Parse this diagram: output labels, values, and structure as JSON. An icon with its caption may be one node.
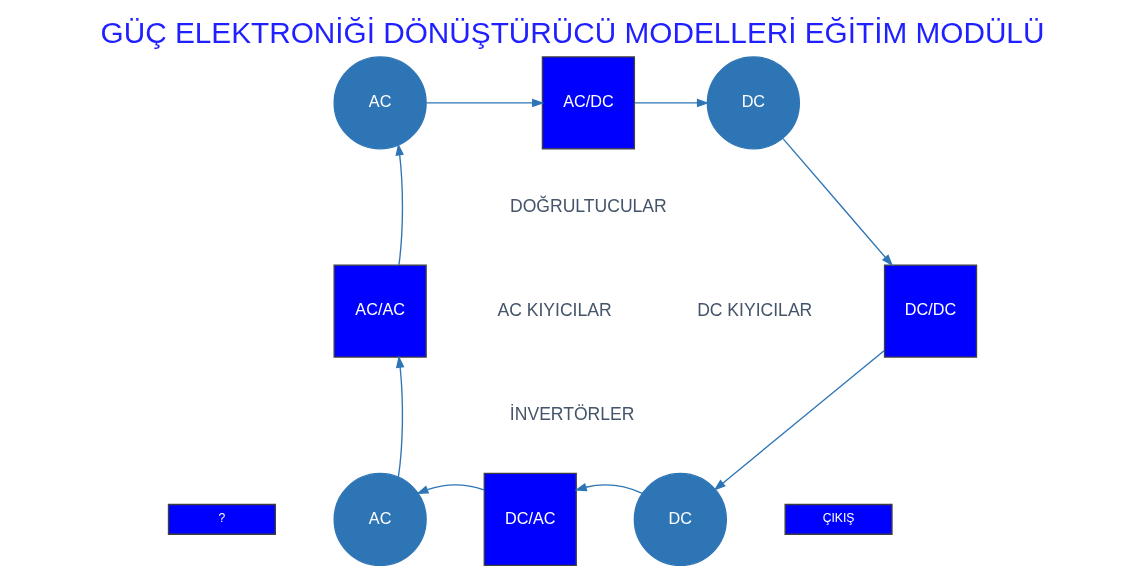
{
  "diagram": {
    "title": "GÜÇ ELEKTRONİĞİ DÖNÜŞTÜRÜCÜ MODELLERİ EĞİTİM MODÜLÜ",
    "nodes": [
      {
        "text": [
          "AC"
        ]
      },
      {
        "text": [
          "AC/DC"
        ]
      },
      {
        "text": [
          "DC"
        ]
      },
      {
        "text": [
          "DC/DC"
        ]
      },
      {
        "text": [
          "DC"
        ]
      },
      {
        "text": [
          "DC/AC"
        ]
      },
      {
        "text": [
          "AC"
        ]
      },
      {
        "text": [
          "AC/AC"
        ]
      },
      {
        "text": [
          "?"
        ]
      },
      {
        "text": [
          "ÇIKIŞ"
        ]
      }
    ],
    "edges": [
      {
        "from": 0,
        "to": 1,
        "arrow": "to"
      },
      {
        "from": 1,
        "to": 2,
        "arrow": "to"
      },
      {
        "from": 2,
        "to": 3,
        "arrow": "to"
      },
      {
        "from": 3,
        "to": 4,
        "arrow": "to"
      },
      {
        "from": 4,
        "to": 5,
        "arrow": "to"
      },
      {
        "from": 5,
        "to": 6,
        "arrow": "to"
      },
      {
        "from": 6,
        "to": 7,
        "arrow": "to"
      },
      {
        "from": 7,
        "to": 0,
        "arrow": "to"
      }
    ],
    "labels": [
      "DOĞRULTUCULAR",
      "AC KIYICILAR",
      "DC KIYICILAR",
      "İNVERTÖRLER"
    ]
  }
}
